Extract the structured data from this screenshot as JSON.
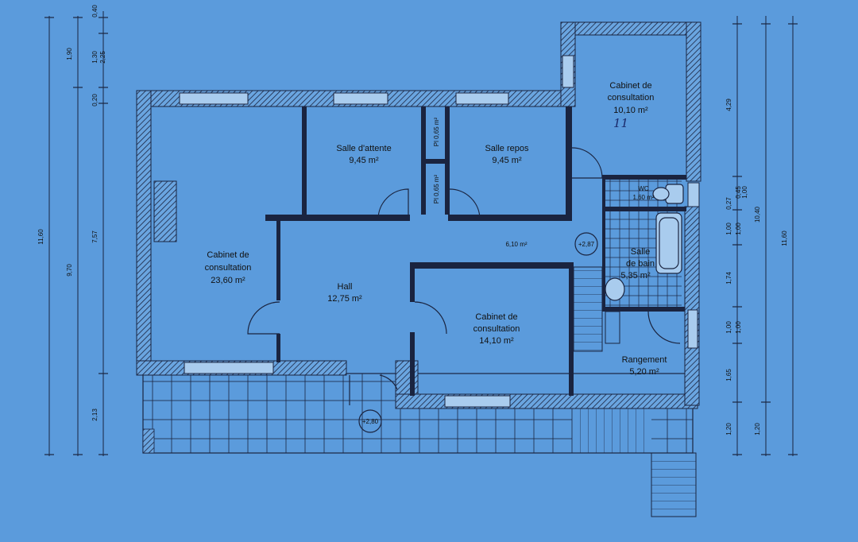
{
  "rooms": {
    "cabinet_top_right": {
      "name_line1": "Cabinet de",
      "name_line2": "consultation",
      "area": "10,10 m²",
      "handwritten": "11"
    },
    "salle_attente": {
      "name": "Salle d'attente",
      "area": "9,45 m²"
    },
    "salle_repos": {
      "name": "Salle repos",
      "area": "9,45 m²"
    },
    "placard_1": {
      "label": "Pl 0,65 m²"
    },
    "placard_2": {
      "label": "Pl 0,65 m²"
    },
    "cabinet_left": {
      "name_line1": "Cabinet de",
      "name_line2": "consultation",
      "area": "23,60 m²"
    },
    "hall": {
      "name": "Hall",
      "area": "12,75 m²"
    },
    "corridor": {
      "area": "6,10 m²"
    },
    "cabinet_center": {
      "name_line1": "Cabinet de",
      "name_line2": "consultation",
      "area": "14,10 m²"
    },
    "wc": {
      "name": "WC",
      "area": "1,60 m²"
    },
    "salle_de_bain": {
      "name_line1": "Salle",
      "name_line2": "de bain",
      "area": "5,35 m²"
    },
    "rangement": {
      "name": "Rangement",
      "area": "5,20 m²"
    }
  },
  "levels": {
    "interior": "+2,87",
    "terrace": "+2,80"
  },
  "dimensions_left": {
    "total_outer": "11,60",
    "total_inner": "9,70",
    "segments_a": [
      "0,40",
      "1,90",
      "0,20",
      "7,57",
      "2,13"
    ],
    "segments_b": [
      "1,30",
      "2,25"
    ]
  },
  "dimensions_right": {
    "total_outer": "11,60",
    "total_inner": "10,40",
    "segments_a": [
      "4,29",
      "0,27",
      "1,00",
      "1,74",
      "1,00",
      "1,65",
      "1,20"
    ],
    "segments_b": [
      "0,45",
      "1,00",
      "1,00",
      "1,00",
      "1,20"
    ]
  }
}
